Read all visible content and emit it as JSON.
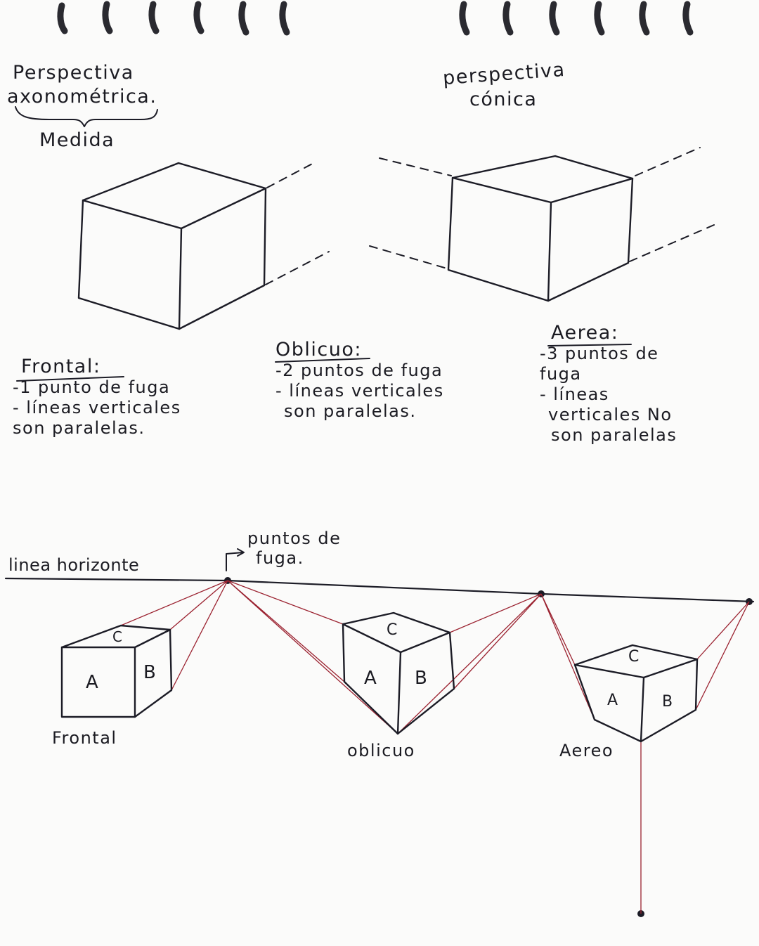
{
  "titles": {
    "axonometric_line1": "Perspectiva",
    "axonometric_line2": "axonométrica.",
    "axonometric_note": "Medida",
    "conic_line1": "perspectiva",
    "conic_line2": "cónica"
  },
  "types": {
    "frontal": {
      "title": "Frontal:",
      "lines": [
        "-1 punto de fuga",
        "- líneas verticales",
        "son paralelas."
      ]
    },
    "oblicuo": {
      "title": "Oblicuo:",
      "lines": [
        "-2 puntos de fuga",
        "- líneas verticales",
        "son paralelas."
      ]
    },
    "aerea": {
      "title": "Aerea:",
      "lines": [
        "-3 puntos de",
        "fuga",
        "- líneas",
        "verticales No",
        "son paralelas"
      ]
    }
  },
  "bottom": {
    "horizon_label": "linea horizonte",
    "vanishing_label_line1": "puntos de",
    "vanishing_label_line2": "fuga.",
    "face_a": "A",
    "face_b": "B",
    "face_c": "C",
    "caption_frontal": "Frontal",
    "caption_oblicuo": "oblicuo",
    "caption_aereo": "Aereo"
  },
  "colors": {
    "ink": "#1c1c26",
    "construction_lines": "#9b2230",
    "paper": "#fbfbfa"
  }
}
